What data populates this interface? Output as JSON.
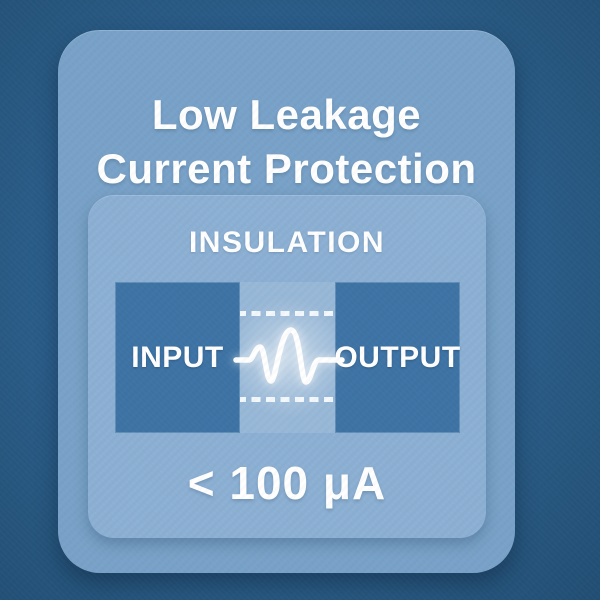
{
  "title": {
    "line1": "Low Leakage",
    "line2": "Current Protection"
  },
  "insulation": {
    "label": "INSULATION"
  },
  "blocks": {
    "input_label": "INPUT",
    "output_label": "OUTPUT"
  },
  "value": {
    "text": "< 100 μA"
  },
  "icons": {
    "waveform": "signal-pulse-waveform-icon",
    "insulation_boundary": "dashed-line-icon"
  },
  "colors": {
    "background_center": "#33679B",
    "background_edge": "#224E74",
    "card": "#79A2C8",
    "panel": "#8CB0D3",
    "block": "#3D73A5",
    "text": "#FFFFFF"
  }
}
